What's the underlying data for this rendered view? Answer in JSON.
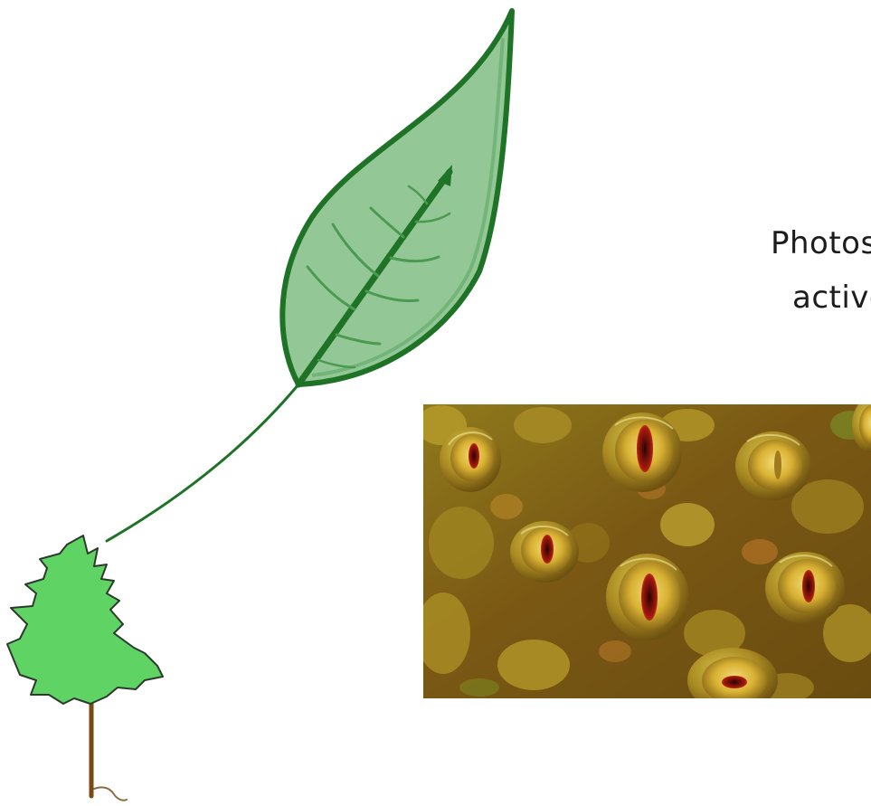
{
  "caption": {
    "line1": "Photos",
    "line2": "active"
  },
  "colors": {
    "leaf_fill": "#93c896",
    "leaf_outline": "#1f7326",
    "leaf_vein_light": "#4c9a52",
    "tree_fill": "#5fd465",
    "tree_trunk": "#7a4a14",
    "stomata_bg": "#7f6416",
    "guard_cell": "#d9b233",
    "pore_red": "#b01c12"
  },
  "icons": {
    "leaf": "leaf-icon",
    "tree": "tree-icon",
    "micrograph": "stomata-micrograph"
  }
}
